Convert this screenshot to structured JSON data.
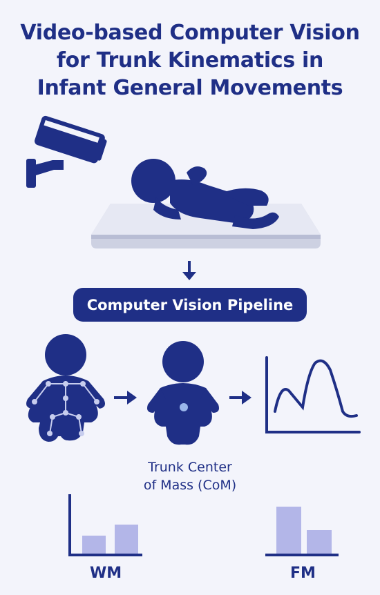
{
  "title": {
    "line1": "Video-based Computer Vision",
    "line2": "for Trunk Kinematics in",
    "line3": "Infant General Movements"
  },
  "pipeline_label": "Computer Vision Pipeline",
  "com_label": {
    "line1": "Trunk Center",
    "line2": "of Mass (CoM)"
  },
  "groups": {
    "wm_label": "WM",
    "fm_label": "FM"
  },
  "colors": {
    "navy": "#1f2f86",
    "bar": "#b3b6e8",
    "background": "#f3f4fb",
    "com_dot": "#9ab6ea"
  },
  "icons": [
    "camera-icon",
    "infant-on-mattress-icon",
    "skeleton-infant-icon",
    "com-infant-icon",
    "curve-graph-icon"
  ]
}
